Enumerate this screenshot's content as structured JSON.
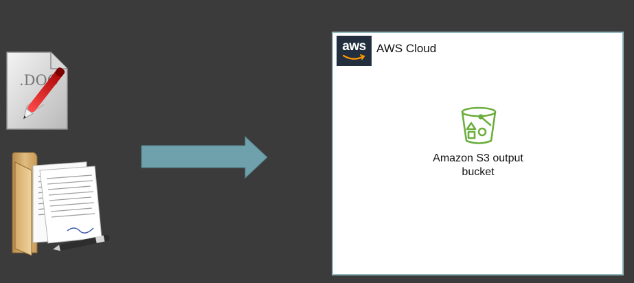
{
  "doc_icon": {
    "label": ".DOC",
    "icon": "doc-file-with-pen-icon"
  },
  "folder_icon": {
    "icon": "document-folder-with-pen-icon"
  },
  "arrow": {
    "icon": "right-arrow-icon",
    "color": "#6fa1ad"
  },
  "aws_cloud": {
    "logo_text": "aws",
    "title": "AWS Cloud",
    "border_color": "#8fb7bc",
    "logo_bg": "#232f3e",
    "smile_color": "#ff9900"
  },
  "s3_bucket": {
    "icon": "s3-bucket-icon",
    "label_line1": "Amazon S3 output",
    "label_line2": "bucket",
    "color": "#6cae3e"
  }
}
